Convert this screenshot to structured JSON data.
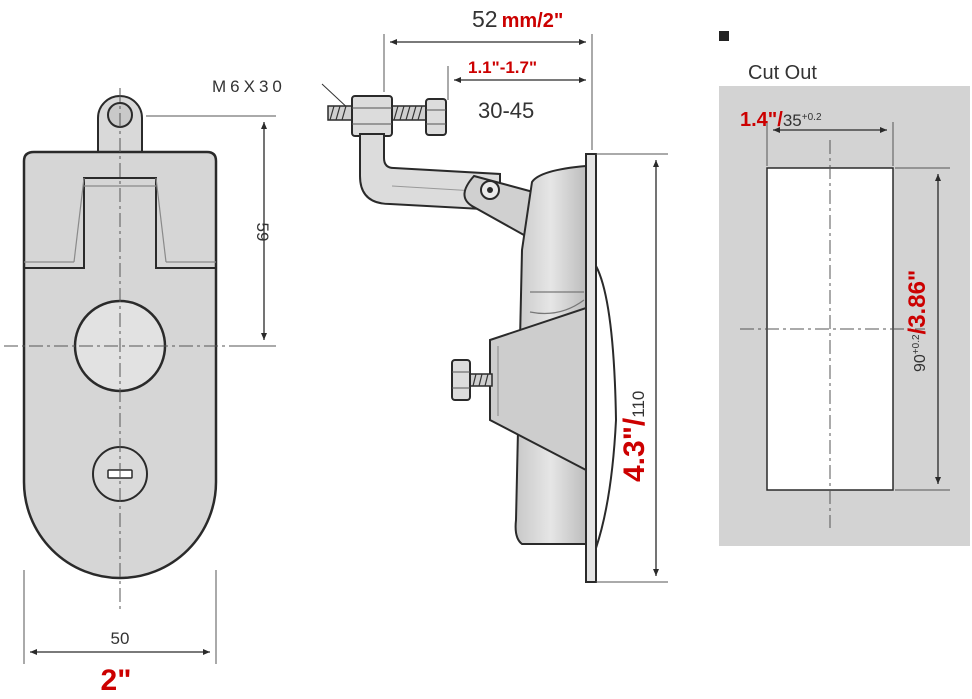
{
  "front_view": {
    "height_dim": "59",
    "width_dim": "50",
    "width_imperial": "2\""
  },
  "side_view": {
    "bolt_label": "M6X30",
    "overall_metric": "52",
    "overall_imperial": "mm/2\"",
    "grip_imperial": "1.1\"-1.7\"",
    "grip_metric": "30-45",
    "height_imperial": "4.3\"/",
    "height_metric": "110"
  },
  "cutout": {
    "title": "Cut Out",
    "width_imperial": "1.4\"/",
    "width_metric": "35",
    "width_tol": "+0.2",
    "height_metric": "90",
    "height_tol": "+0.2",
    "height_imperial": "/3.86\""
  },
  "colors": {
    "line": "#2a2a2a",
    "part_fill": "#d6d6d6",
    "part_light": "#ececec",
    "panel_fill": "#d3d3d3",
    "accent": "#cc0000"
  }
}
